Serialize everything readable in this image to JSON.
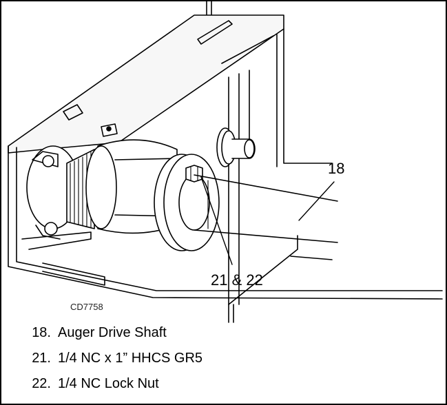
{
  "drawing": {
    "id": "CD7758",
    "callouts": [
      {
        "id": "c18",
        "text": "18"
      },
      {
        "id": "c2122",
        "text": "21 & 22"
      }
    ]
  },
  "legend": [
    {
      "num": "18.",
      "label": "Auger Drive Shaft"
    },
    {
      "num": "21.",
      "label": "1/4 NC x 1” HHCS GR5"
    },
    {
      "num": "22.",
      "label": "1/4 NC Lock Nut"
    }
  ]
}
